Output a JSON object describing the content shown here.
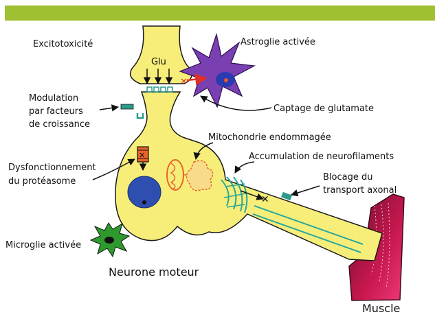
{
  "header_bar": {
    "color": "#9fc131"
  },
  "colors": {
    "neuron": "#f7ee7a",
    "neuron_stroke": "#1a1a1a",
    "astroglia": "#7a3fb0",
    "microglia": "#2e9a2e",
    "nucleus": "#2f4fb0",
    "mitochondria": "#e8642a",
    "muscle": "#c8184f",
    "receptor": "#2a9a8a",
    "neurofilament": "#2aa89a"
  },
  "labels": {
    "excitotoxicity": "Excitotoxicité",
    "astroglia": "Astroglie activée",
    "glu": "Glu",
    "modulation": [
      "Modulation",
      "par facteurs",
      "de croissance"
    ],
    "glutamate_uptake": "Captage de glutamate",
    "mitochondria": "Mitochondrie endommagée",
    "neurofilaments": "Accumulation de neurofilaments",
    "proteasome": [
      "Dysfonctionnement",
      "du protéasome"
    ],
    "axonal": [
      "Blocage du",
      "transport axonal"
    ],
    "microglia": "Microglie activée",
    "motor_neuron": "Neurone moteur",
    "muscle": "Muscle"
  },
  "icons": [
    "astroglia-cell-icon",
    "microglia-cell-icon",
    "mitochondrion-icon",
    "proteasome-icon",
    "nucleus-icon",
    "muscle-fiber-icon"
  ]
}
